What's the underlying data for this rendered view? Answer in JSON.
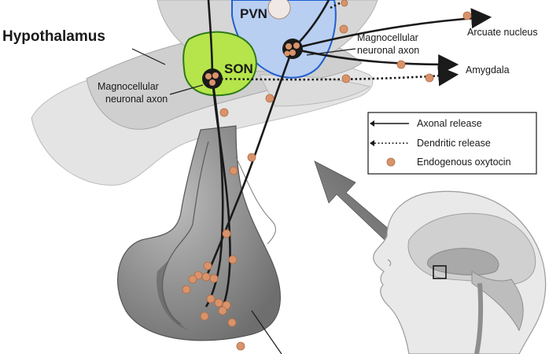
{
  "labels": {
    "hypothalamus": "Hypothalamus",
    "pvn": "PVN",
    "son": "SON",
    "magno_right_line1": "Magnocellular",
    "magno_right_line2": "neuronal axon",
    "magno_left_line1": "Magnocellular",
    "magno_left_line2": "neuronal axon",
    "arcuate": "Arcuate nucleus",
    "amygdala": "Amygdala"
  },
  "legend": {
    "axonal": "Axonal release",
    "dendritic": "Dendritic release",
    "oxytocin": "Endogenous oxytocin"
  },
  "colors": {
    "pvn_fill": "#b8cff2",
    "pvn_stroke": "#1f5fd0",
    "son_fill": "#b5e54a",
    "son_stroke": "#2f7a1a",
    "oxytocin": "#d9936a",
    "axon": "#1a1a1a",
    "tissue_light": "#d9d9d9",
    "tissue_dark": "#8c8c8c"
  }
}
